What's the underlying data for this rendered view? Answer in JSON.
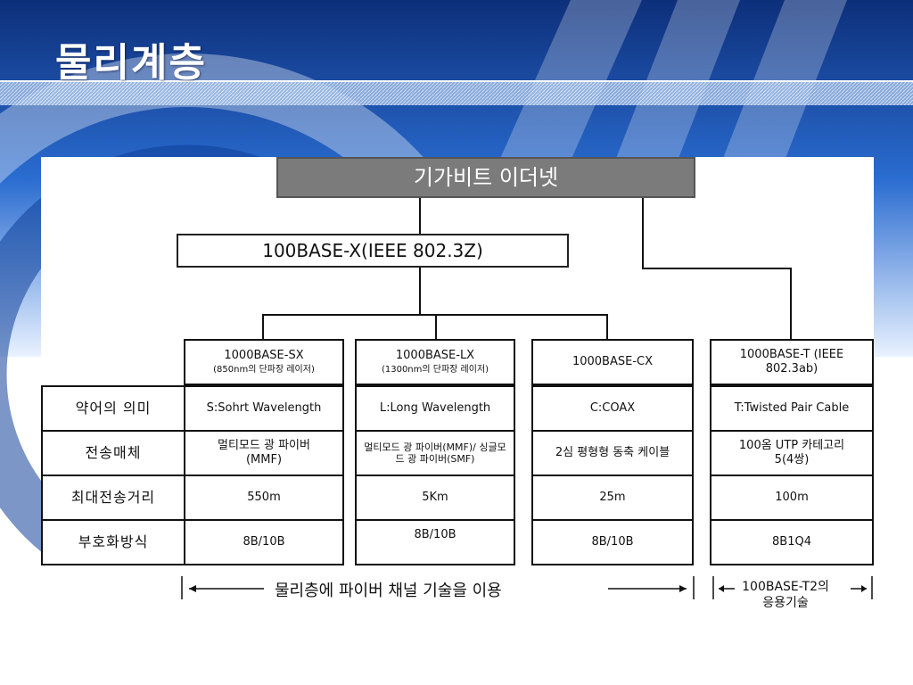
{
  "slide": {
    "title": "물리계층"
  },
  "diagram": {
    "root": "기가비트 이더넷",
    "group": "100BASE-X(IEEE 802.3Z)",
    "columns": [
      {
        "name": "1000BASE-SX",
        "sub": "(850nm의 단파장 레이저)"
      },
      {
        "name": "1000BASE-LX",
        "sub": "(1300nm의 단파장 레이저)"
      },
      {
        "name": "1000BASE-CX",
        "sub": ""
      },
      {
        "name": "1000BASE-T   (IEEE 802.3ab)",
        "sub": ""
      }
    ],
    "rows": [
      {
        "label": "약어의 의미",
        "cells": [
          "S:Sohrt Wavelength",
          "L:Long Wavelength",
          "C:COAX",
          "T:Twisted Pair Cable"
        ]
      },
      {
        "label": "전송매체",
        "cells": [
          "멀티모드 광 파이버 (MMF)",
          "멀티모드 광 파이버(MMF)/ 싱글모드 광 파이버(SMF)",
          "2심 평형형 동축 케이블",
          "100옴 UTP 카테고리 5(4쌍)"
        ]
      },
      {
        "label": "최대전송거리",
        "cells": [
          "550m",
          "5Km",
          "25m",
          "100m"
        ]
      },
      {
        "label": "부호화방식",
        "cells": [
          "8B/10B",
          "8B/10B",
          "8B/10B",
          "8B1Q4"
        ]
      }
    ],
    "footer_left": "물리층에 파이버 채널 기술을 이용",
    "footer_right": "100BASE-T2의 응용기술"
  },
  "colors": {
    "bg_blue": "#1a4fa8",
    "header_gray": "#7b7b7b"
  }
}
